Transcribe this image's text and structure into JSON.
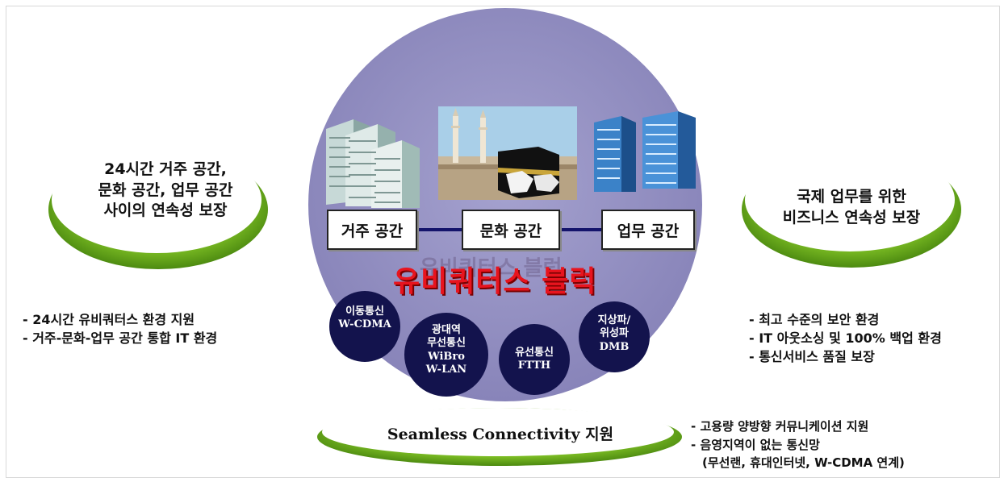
{
  "left_bubble": {
    "lines": [
      "24시간 거주 공간,",
      "문화 공간, 업무 공간",
      "사이의 연속성 보장"
    ]
  },
  "right_bubble": {
    "lines": [
      "국제 업무를 위한",
      "비즈니스 연속성 보장"
    ]
  },
  "left_list": [
    "- 24시간 유비쿼터스 환경 지원",
    "- 거주-문화-업무 공간 통합 IT 환경"
  ],
  "right_list": [
    "- 최고 수준의 보안 환경",
    "- IT 아웃소싱 및 100% 백업 환경",
    "- 통신서비스 품질 보장"
  ],
  "spaces": [
    "거주 공간",
    "문화 공간",
    "업무 공간"
  ],
  "center_title": "유비쿼터스 블럭",
  "networks": [
    {
      "lines": [
        "이동통신",
        "W-CDMA"
      ]
    },
    {
      "lines": [
        "광대역",
        "무선통신",
        "WiBro",
        "W-LAN"
      ]
    },
    {
      "lines": [
        "유선통신",
        "FTTH"
      ]
    },
    {
      "lines": [
        "지상파/",
        "위성파",
        "DMB"
      ]
    }
  ],
  "bottom_bubble": {
    "label": "Seamless Connectivity 지원"
  },
  "bottom_list": [
    "- 고용량 양방향 커뮤니케이션 지원",
    "- 음영지역이 없는 통신망",
    "(무선랜, 휴대인터넷, W-CDMA 연계)"
  ],
  "colors": {
    "circle": "#8f8cbe",
    "network": "#13134d",
    "title": "#e8141e",
    "bubble_green": "#79c51c"
  }
}
